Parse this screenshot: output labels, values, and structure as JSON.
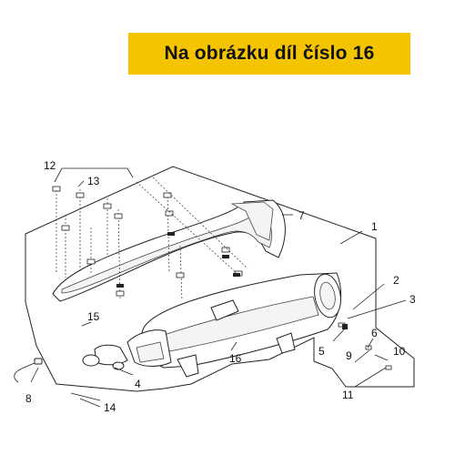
{
  "banner": {
    "text": "Na obrázku díl číslo 16"
  },
  "colors": {
    "banner_bg": "#f5c400",
    "banner_text": "#111111",
    "line": "#222222"
  },
  "callouts": {
    "c1": "1",
    "c2": "2",
    "c3": "3",
    "c4": "4",
    "c5": "5",
    "c6": "6",
    "c7": "7",
    "c8": "8",
    "c9": "9",
    "c10": "10",
    "c11": "11",
    "c12": "12",
    "c13": "13",
    "c14": "14",
    "c15": "15",
    "c16": "16"
  }
}
